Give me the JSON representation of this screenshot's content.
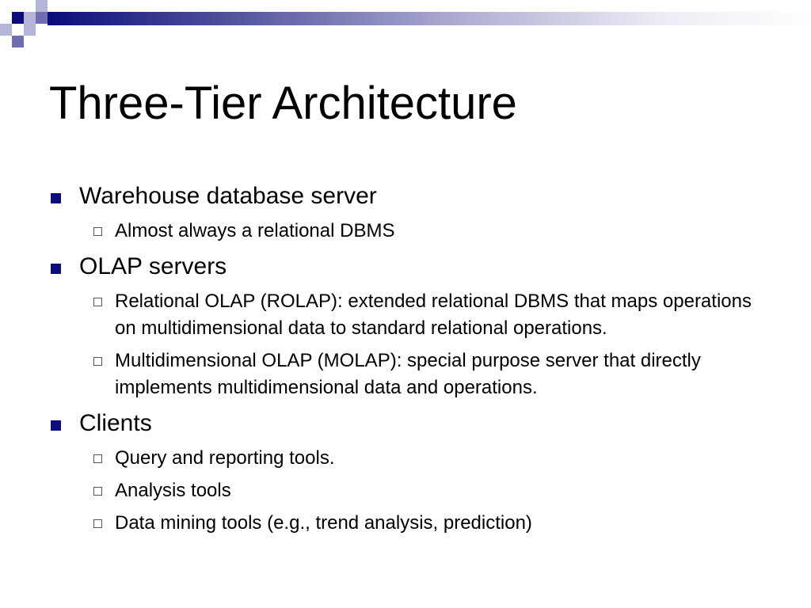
{
  "title": "Three-Tier Architecture",
  "bullets": [
    {
      "label": "Warehouse database server",
      "subitems": [
        "Almost always a relational DBMS"
      ]
    },
    {
      "label": "OLAP servers",
      "subitems": [
        "Relational OLAP (ROLAP):  extended relational DBMS that maps operations on multidimensional data to standard relational operations.",
        "Multidimensional OLAP (MOLAP): special purpose server that directly implements multidimensional data and operations."
      ]
    },
    {
      "label": "Clients",
      "subitems": [
        "Query and reporting tools.",
        "Analysis tools",
        "Data mining tools (e.g., trend analysis, prediction)"
      ]
    }
  ],
  "colors": {
    "accent": "#0c0c7a",
    "accent_mid": "#6e6eb0",
    "accent_light": "#b5b5d9"
  }
}
